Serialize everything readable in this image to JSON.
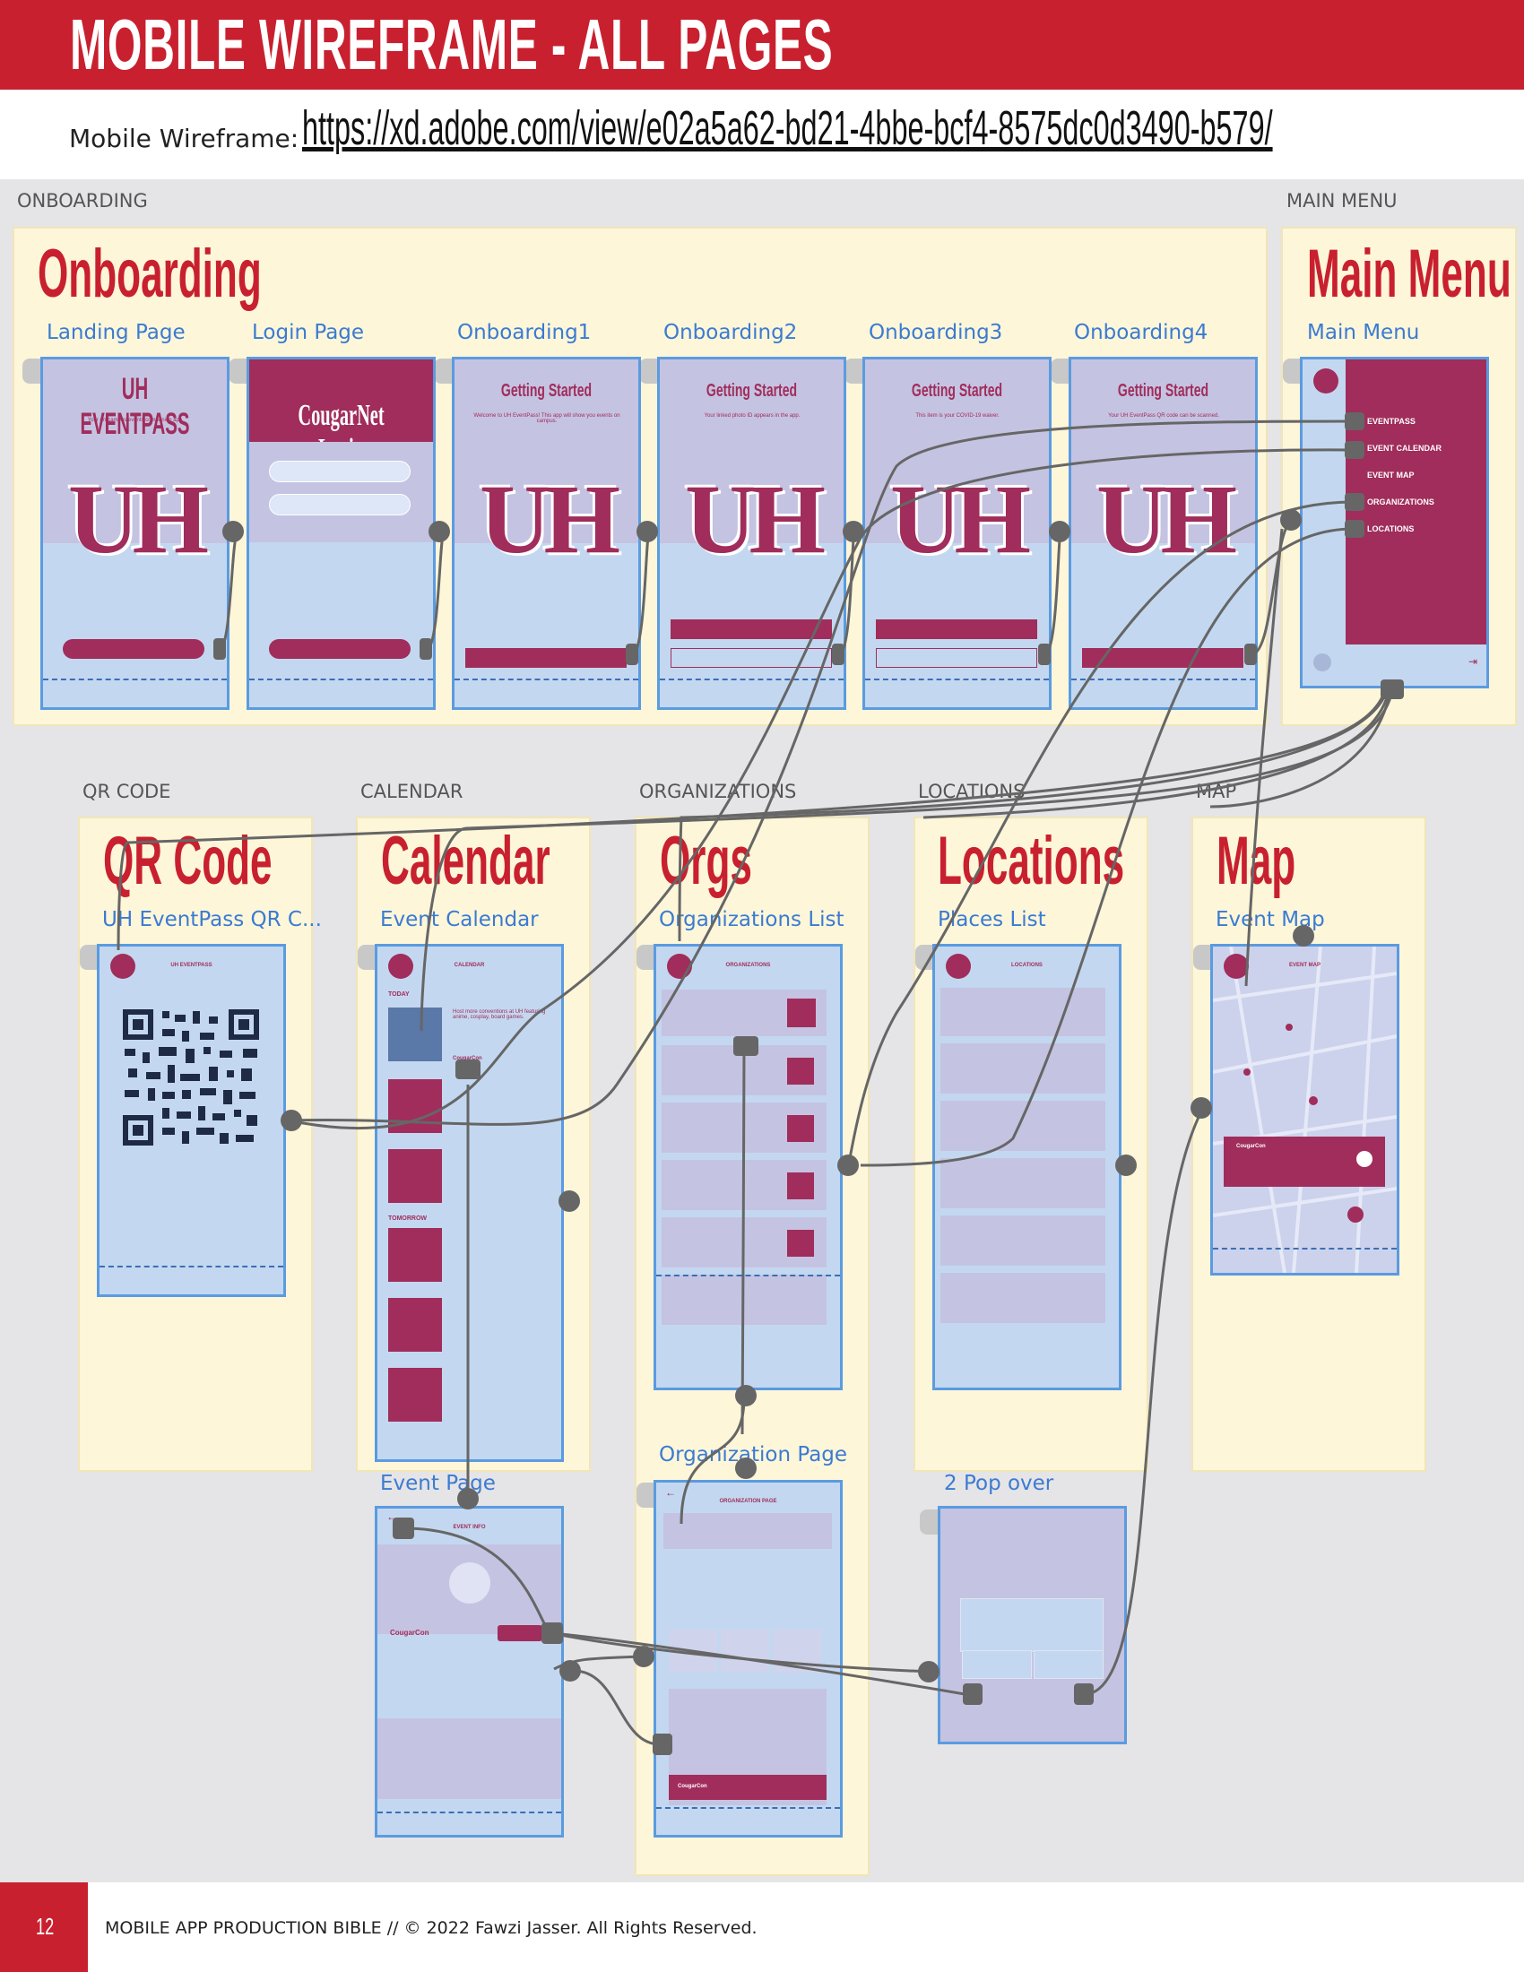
{
  "header": {
    "title": "MOBILE WIREFRAME - ALL PAGES",
    "wireframe_label": "Mobile Wireframe:",
    "wireframe_link": "https://xd.adobe.com/view/e02a5a62-bd21-4bbe-bcf4-8575dc0d3490-b579/"
  },
  "sections": {
    "onboarding": "ONBOARDING",
    "main_menu": "MAIN MENU",
    "qr_code": "QR CODE",
    "calendar": "CALENDAR",
    "organizations": "ORGANIZATIONS",
    "locations": "LOCATIONS",
    "map": "MAP"
  },
  "groups": {
    "onboarding": "Onboarding",
    "main_menu": "Main Menu",
    "qr_code": "QR Code",
    "calendar": "Calendar",
    "orgs": "Orgs",
    "locations": "Locations",
    "map": "Map"
  },
  "screens": {
    "landing": "Landing Page",
    "login": "Login Page",
    "onb1": "Onboarding1",
    "onb2": "Onboarding2",
    "onb3": "Onboarding3",
    "onb4": "Onboarding4",
    "main_menu": "Main Menu",
    "qr": "UH EventPass QR C...",
    "calendar": "Event Calendar",
    "orgs": "Organizations List",
    "places": "Places List",
    "map": "Event Map",
    "event_page": "Event Page",
    "org_page": "Organization Page",
    "popover": "2 Pop over"
  },
  "mock": {
    "landing_title": "UH EVENTPASS",
    "login_title": "CougarNet Login",
    "getting_started": "Getting Started",
    "uh_logo": "UH",
    "menu_items": [
      "EVENTPASS",
      "EVENT CALENDAR",
      "EVENT MAP",
      "ORGANIZATIONS",
      "LOCATIONS"
    ],
    "cougarcon": "CougarCon",
    "today": "TODAY",
    "tomorrow": "TOMORROW"
  },
  "footer": {
    "page_number": "12",
    "text": "MOBILE APP PRODUCTION BIBLE   //  © 2022 Fawzi Jasser.  All Rights Reserved."
  },
  "colors": {
    "brand_red": "#c8202f",
    "maroon": "#a02d5b",
    "screen_blue": "#c3d8f0",
    "panel_yellow": "#fdf6d9"
  }
}
